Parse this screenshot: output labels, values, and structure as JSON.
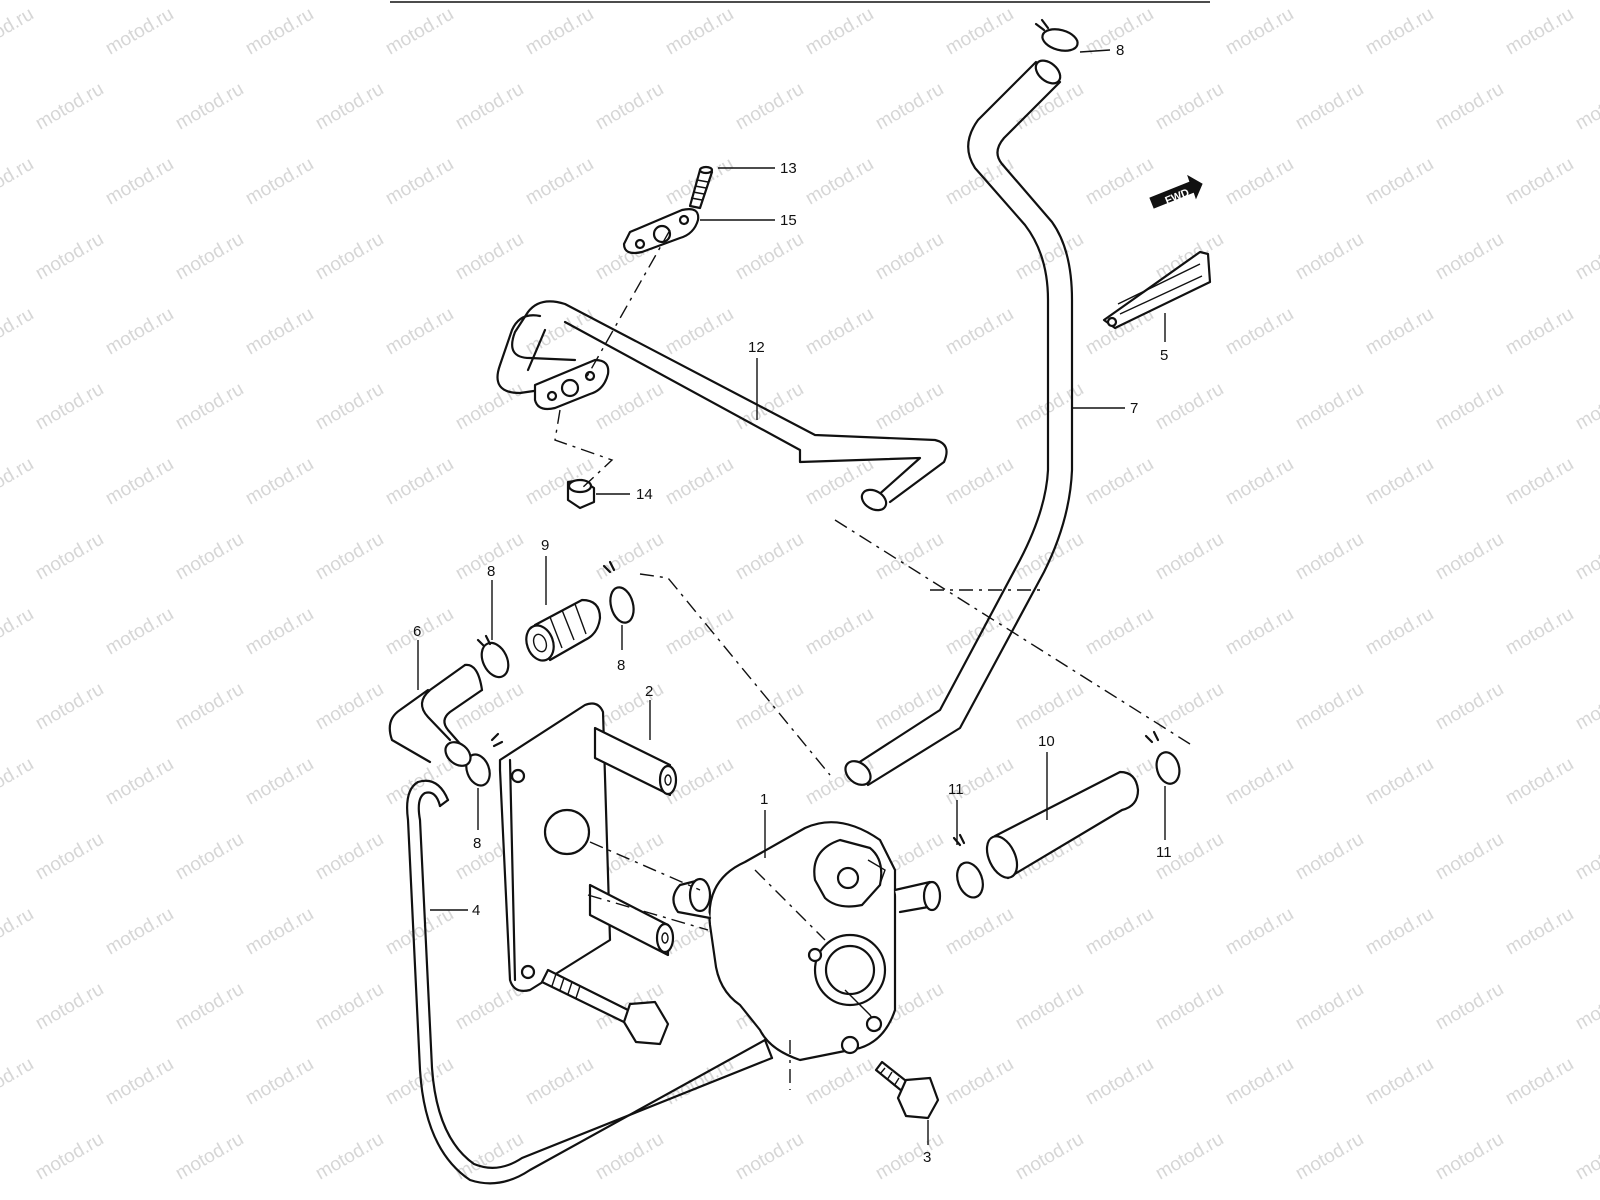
{
  "watermark": "motod.ru",
  "fwd_label": "FWD",
  "callouts": {
    "c1": "1",
    "c2": "2",
    "c3": "3",
    "c4": "4",
    "c5": "5",
    "c6": "6",
    "c7": "7",
    "c8_top": "8",
    "c8_left": "8",
    "c8_mid": "8",
    "c8_low": "8",
    "c9": "9",
    "c10": "10",
    "c11_left": "11",
    "c11_right": "11",
    "c12": "12",
    "c13": "13",
    "c14": "14",
    "c15": "15"
  },
  "colors": {
    "line": "#111111",
    "watermark": "#d6d6d6"
  }
}
